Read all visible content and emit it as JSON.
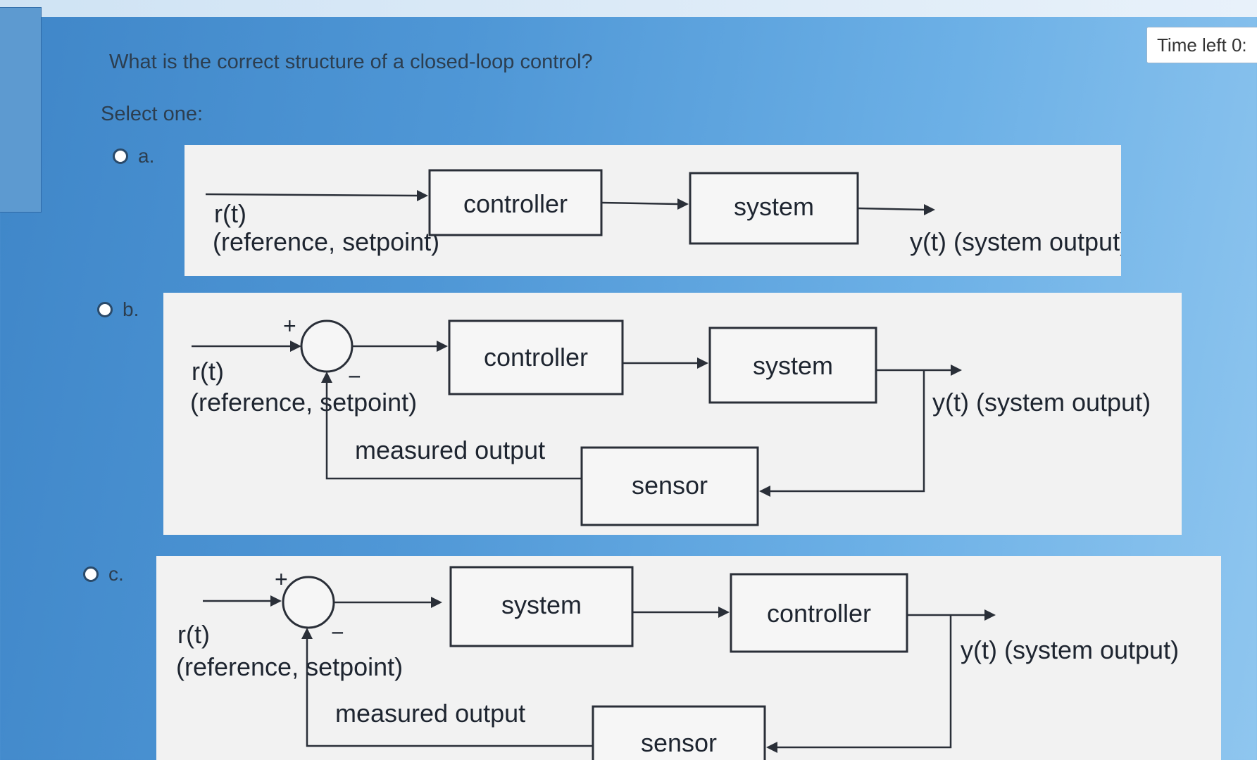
{
  "timer": {
    "label": "Time left 0:"
  },
  "question": {
    "text": "What is the correct structure of a closed-loop control?"
  },
  "prompt": "Select one:",
  "options": [
    {
      "letter": "a.",
      "input_label": "r(t)",
      "input_sub": "(reference, setpoint)",
      "block1": "controller",
      "block2": "system",
      "output_label": "y(t) (system output)"
    },
    {
      "letter": "b.",
      "input_label": "r(t)",
      "input_sub": "(reference, setpoint)",
      "plus": "+",
      "minus": "−",
      "block1": "controller",
      "block2": "system",
      "output_label": "y(t) (system output)",
      "feedback_label": "measured output",
      "sensor": "sensor"
    },
    {
      "letter": "c.",
      "input_label": "r(t)",
      "input_sub": "(reference, setpoint)",
      "plus": "+",
      "minus": "−",
      "block1": "system",
      "block2": "controller",
      "output_label": "y(t) (system output)",
      "feedback_label": "measured output",
      "sensor": "sensor"
    }
  ],
  "colors": {
    "page_bg": "#4f97d6",
    "diagram_bg": "#f2f2f2",
    "stroke": "#2a2f38"
  }
}
